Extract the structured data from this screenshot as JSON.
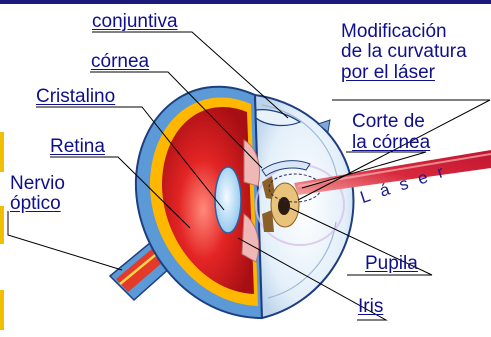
{
  "colors": {
    "label_text": "#0f0f8c",
    "top_bar": "#1b1a7a",
    "side_strip": "#f0c000",
    "laser_beam": "#d8283c",
    "laser_beam_light": "#f07c7c",
    "eye_interior": "#e32424",
    "eye_wall": "#5b9ad6",
    "nerve": "#e33a2a"
  },
  "labels": {
    "conjuntiva": "conjuntiva",
    "cornea": "córnea",
    "cristalino": "Cristalino",
    "retina": "Retina",
    "nervio_line1": "Nervio",
    "nervio_line2": "óptico",
    "modificacion_line1": "Modificación",
    "modificacion_line2": "de la curvatura",
    "modificacion_line3": "por el láser",
    "corte_line1": "Corte de",
    "corte_line2": "la córnea",
    "pupila": "Pupila",
    "iris": "Iris",
    "laser": "Láser"
  }
}
